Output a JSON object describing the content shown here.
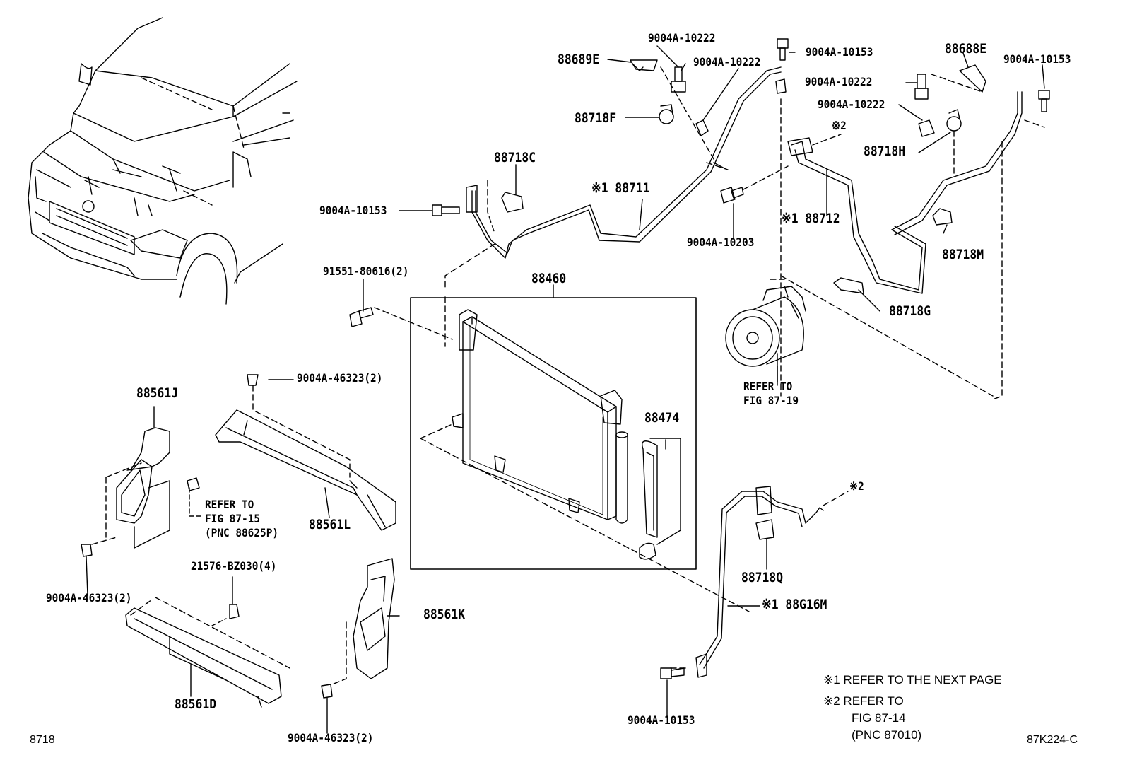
{
  "parts": {
    "p88460": "88460",
    "p88474": "88474",
    "p88561J": "88561J",
    "p88561L": "88561L",
    "p88561K": "88561K",
    "p88561D": "88561D",
    "p88689E": "88689E",
    "p88688E": "88688E",
    "p88718C": "88718C",
    "p88718F": "88718F",
    "p88718H": "88718H",
    "p88718M": "88718M",
    "p88718G": "88718G",
    "p88718Q": "88718Q",
    "p88711": "※1 88711",
    "p88712": "※1 88712",
    "p88G16M": "※1 88G16M",
    "b_10222_top": "9004A-10222",
    "b_10222_mid": "9004A-10222",
    "b_10222_r1": "9004A-10222",
    "b_10222_r2": "9004A-10222",
    "b_10153_top": "9004A-10153",
    "b_10153_right": "9004A-10153",
    "b_10153_left": "9004A-10153",
    "b_10153_bottom": "9004A-10153",
    "b_10203": "9004A-10203",
    "b_91551": "91551-80616(2)",
    "b_46323_a": "9004A-46323(2)",
    "b_46323_b": "9004A-46323(2)",
    "b_46323_c": "9004A-46323(2)",
    "b_21576": "21576-BZ030(4)",
    "x2_top": "※2",
    "x2_mid": "※2"
  },
  "refs": {
    "compressor": [
      "REFER TO",
      "FIG 87-19"
    ],
    "fig_87_15": [
      "REFER TO",
      "FIG 87-15",
      "(PNC 88625P)"
    ]
  },
  "notes": {
    "note1": "※1 REFER TO THE NEXT PAGE",
    "note2": [
      "※2 REFER TO",
      "FIG 87-14",
      "(PNC 87010)"
    ]
  },
  "footer": {
    "page_code": "8718",
    "figure_id": "87K224-C"
  }
}
